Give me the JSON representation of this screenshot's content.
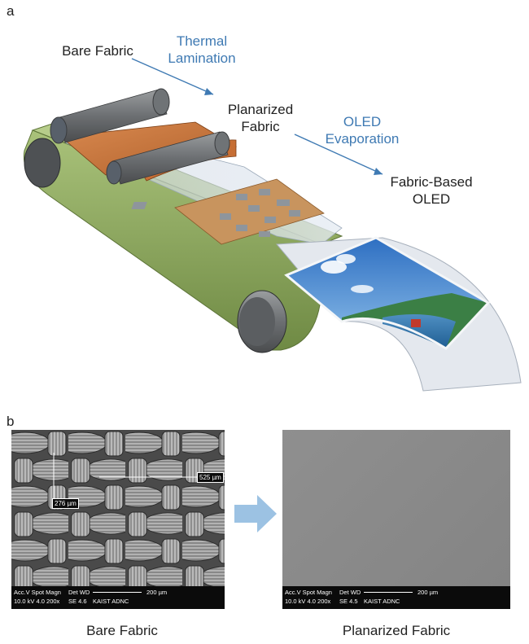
{
  "panel_a": {
    "label": "a",
    "bare_fabric": "Bare Fabric",
    "thermal_lamination_line1": "Thermal",
    "thermal_lamination_line2": "Lamination",
    "planarized_line1": "Planarized",
    "planarized_line2": "Fabric",
    "oled_evap_line1": "OLED",
    "oled_evap_line2": "Evaporation",
    "fabric_oled_line1": "Fabric-Based",
    "fabric_oled_line2": "OLED"
  },
  "panel_b": {
    "label": "b",
    "left_caption": "Bare Fabric",
    "right_caption": "Planarized Fabric",
    "left_sem": {
      "measure1": "276 µm",
      "measure2": "525 µm",
      "hdr1": "Acc.V  Spot Magn",
      "hdr2": "Det  WD",
      "hdr3": "200 µm",
      "val1": "10.0 kV 4.0  200x",
      "val2": "SE  4.6",
      "val3": "KAIST ADNC"
    },
    "right_sem": {
      "hdr1": "Acc.V  Spot Magn",
      "hdr2": "Det  WD",
      "hdr3": "200 µm",
      "val1": "10.0 kV 4.0  200x",
      "val2": "SE  4.5",
      "val3": "KAIST ADNC"
    }
  },
  "colors": {
    "blue_text": "#3f7ab3",
    "belt_green": "#9bb56a",
    "roller_gray": "#777a7d",
    "fabric_orange": "#c8773f",
    "sem_gray": "#8a8a8a"
  }
}
